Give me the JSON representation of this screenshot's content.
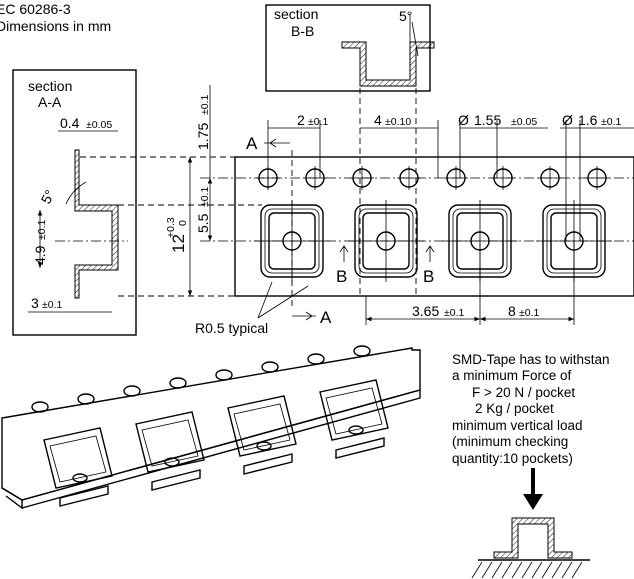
{
  "header": {
    "standard": "EC 60286-3",
    "units": "Dimensions in mm"
  },
  "section_aa": {
    "title_line1": "section",
    "title_line2": "A-A",
    "dim_thickness": "0.4",
    "dim_thickness_tol": "±0.05",
    "dim_angle": "5°",
    "dim_depth": "4.9",
    "dim_depth_tol": "±0.1",
    "dim_flange": "3",
    "dim_flange_tol": "±0.1"
  },
  "section_bb": {
    "title_line1": "section",
    "title_line2": "B-B",
    "dim_angle": "5°"
  },
  "top_view": {
    "dim_edge_to_hole": "1.75",
    "dim_edge_to_hole_tol": "±0.1",
    "dim_hole_pitch": "2",
    "dim_hole_pitch_tol": "±0.1",
    "dim_sprocket_pitch": "4",
    "dim_sprocket_pitch_tol": "±0.10",
    "dim_hole_dia_prefix": "Ø",
    "dim_hole_dia": "1.55",
    "dim_hole_dia_tol": "±0.05",
    "dim_pocket_hole_dia_prefix": "Ø",
    "dim_pocket_hole_dia": "1.6",
    "dim_pocket_hole_dia_tol": "±0.1",
    "dim_tape_width": "12",
    "dim_tape_width_tol_plus": "+0.3",
    "dim_tape_width_tol_minus": "0",
    "dim_hole_to_pocket": "5.5",
    "dim_hole_to_pocket_tol": "±0.1",
    "dim_pocket_offset": "3.65",
    "dim_pocket_offset_tol": "±0.1",
    "dim_pocket_pitch": "8",
    "dim_pocket_pitch_tol": "±0.1",
    "radius_note": "R0.5 typical",
    "section_letter_a": "A",
    "section_letter_b": "B"
  },
  "force_note": {
    "line1": "SMD-Tape has to withstan",
    "line2": "a minimum Force of",
    "line3": "F > 20 N / pocket",
    "line4": "2 Kg / pocket",
    "line5": "minimum vertical load",
    "line6": "(minimum checking",
    "line7": "quantity:10 pockets)"
  }
}
